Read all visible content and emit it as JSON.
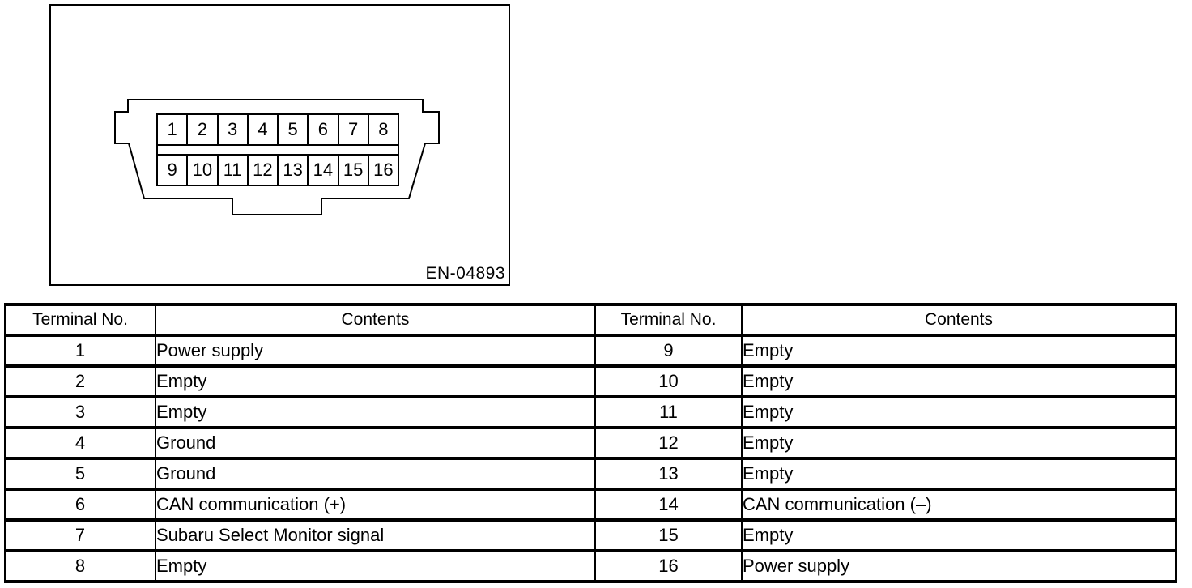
{
  "page": {
    "background_color": "#ffffff",
    "line_color": "#000000"
  },
  "figure": {
    "id_label": "EN-04893",
    "description": "data-link-connector-pinout",
    "connector": {
      "top_row_pins": [
        "1",
        "2",
        "3",
        "4",
        "5",
        "6",
        "7",
        "8"
      ],
      "bottom_row_pins": [
        "9",
        "10",
        "11",
        "12",
        "13",
        "14",
        "15",
        "16"
      ]
    }
  },
  "table": {
    "headers": [
      "Terminal No.",
      "Contents",
      "Terminal No.",
      "Contents"
    ],
    "rows": [
      {
        "terminal_left": "1",
        "contents_left": "Power supply",
        "terminal_right": "9",
        "contents_right": "Empty"
      },
      {
        "terminal_left": "2",
        "contents_left": "Empty",
        "terminal_right": "10",
        "contents_right": "Empty"
      },
      {
        "terminal_left": "3",
        "contents_left": "Empty",
        "terminal_right": "11",
        "contents_right": "Empty"
      },
      {
        "terminal_left": "4",
        "contents_left": "Ground",
        "terminal_right": "12",
        "contents_right": "Empty"
      },
      {
        "terminal_left": "5",
        "contents_left": "Ground",
        "terminal_right": "13",
        "contents_right": "Empty"
      },
      {
        "terminal_left": "6",
        "contents_left": "CAN communication (+)",
        "terminal_right": "14",
        "contents_right": "CAN communication (–)"
      },
      {
        "terminal_left": "7",
        "contents_left": "Subaru Select Monitor signal",
        "terminal_right": "15",
        "contents_right": "Empty"
      },
      {
        "terminal_left": "8",
        "contents_left": "Empty",
        "terminal_right": "16",
        "contents_right": "Power supply"
      }
    ]
  }
}
